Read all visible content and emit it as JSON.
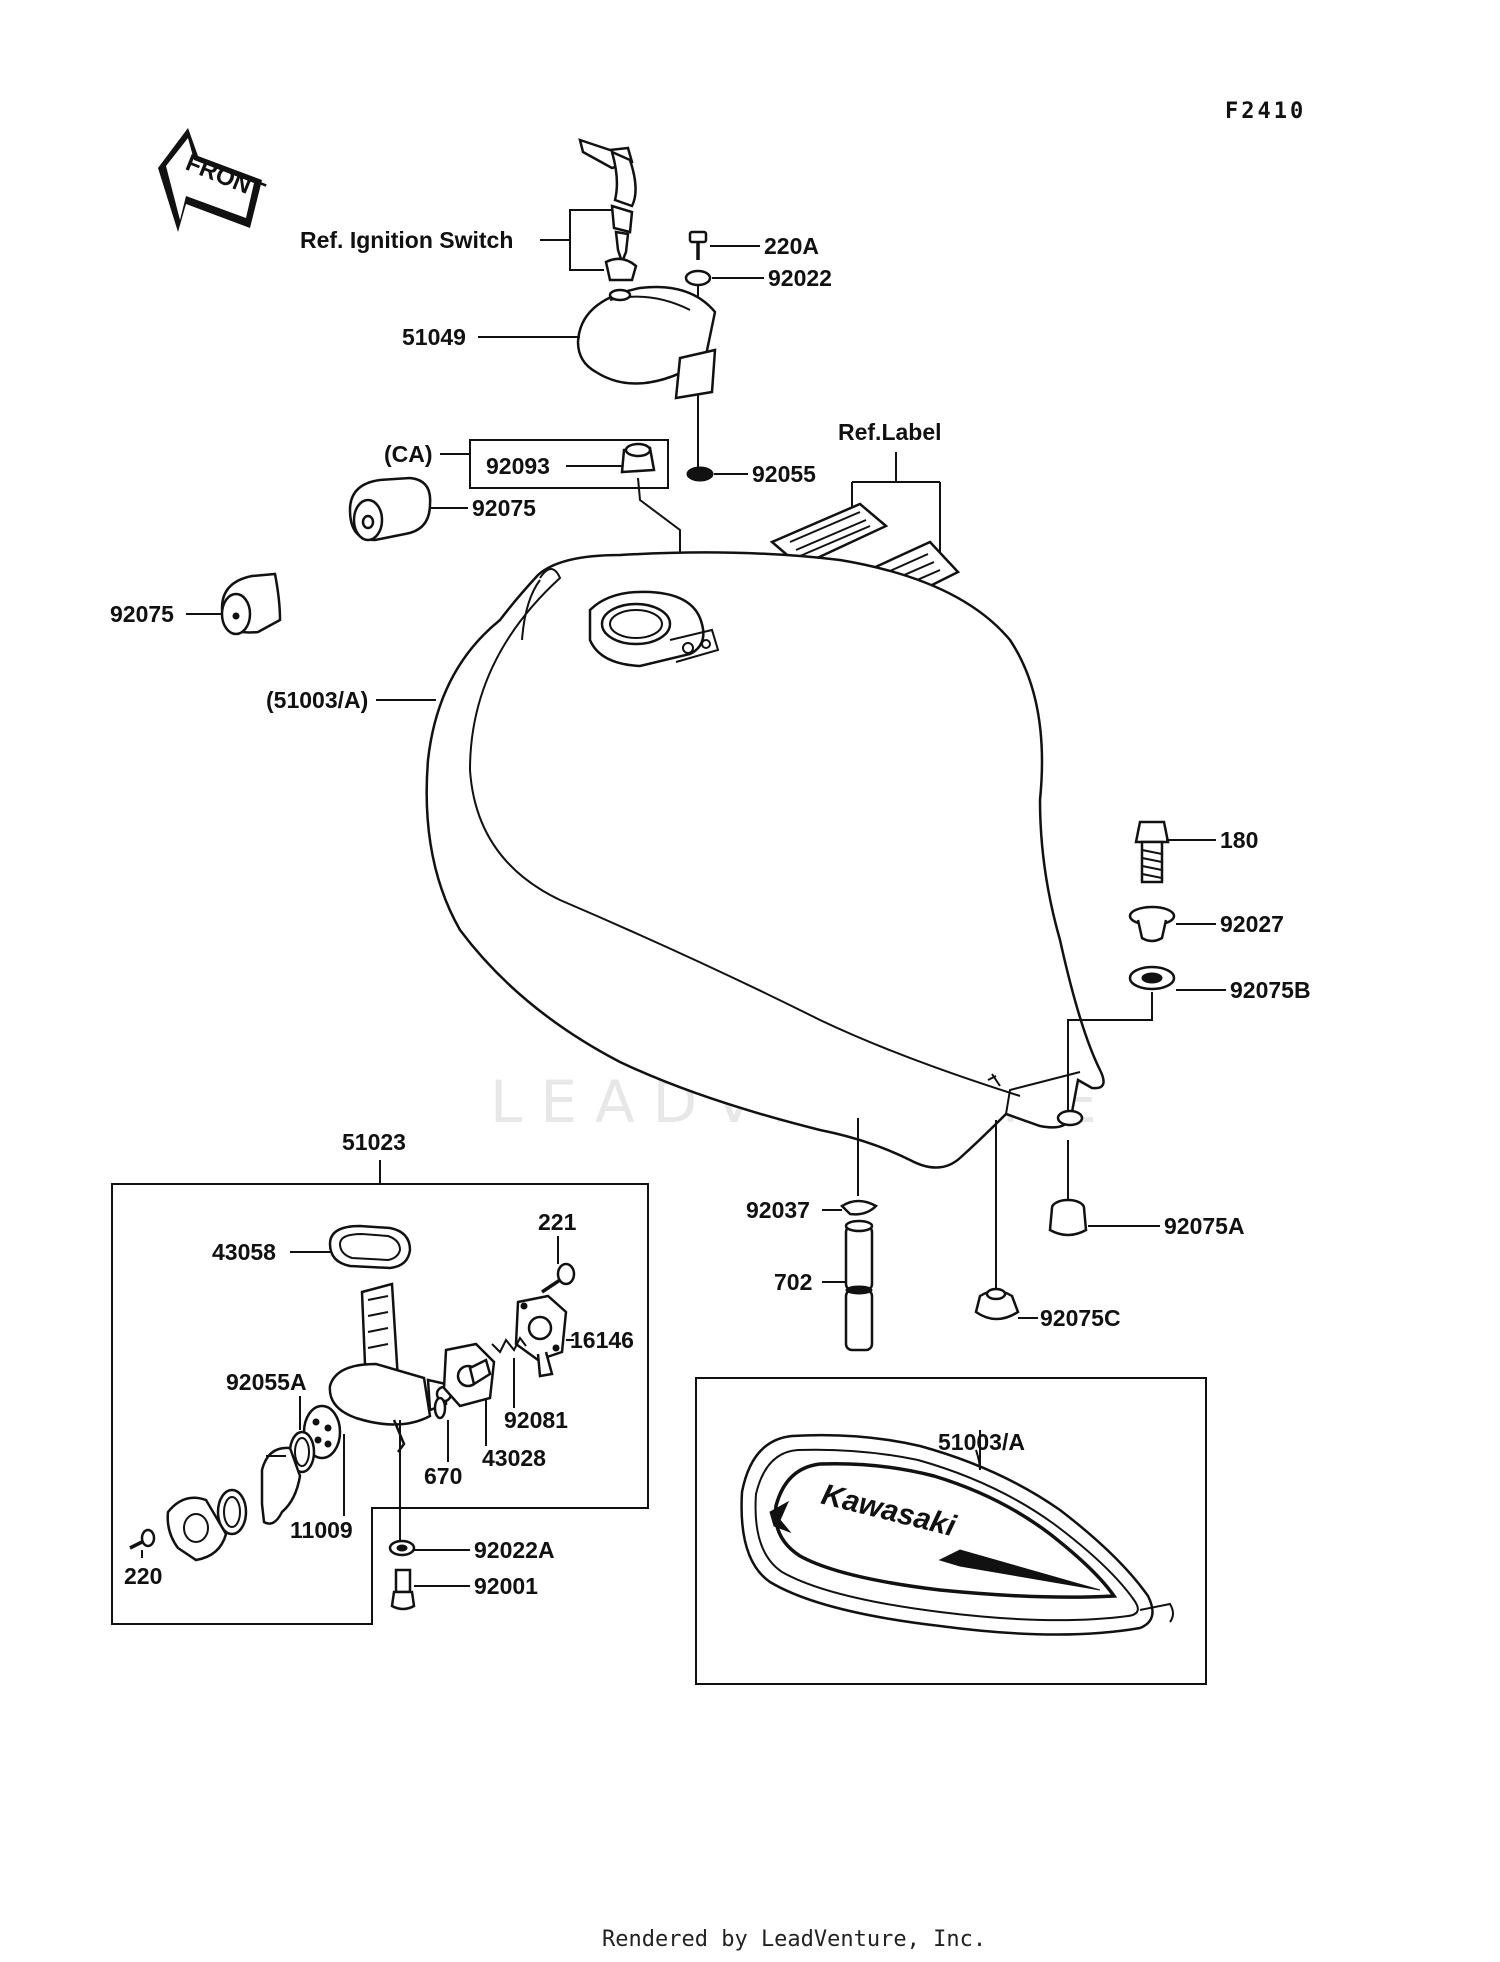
{
  "header": {
    "figure_code": "F2410",
    "front_arrow_text": "FRONT"
  },
  "labels": {
    "ref_ignition_switch": "Ref. Ignition Switch",
    "p220A": "220A",
    "p92022": "92022",
    "p51049": "51049",
    "ca": "(CA)",
    "p92093": "92093",
    "p92055": "92055",
    "ref_label": "Ref.Label",
    "p92075_a": "92075",
    "p92075_b": "92075",
    "p51003A_main": "(51003/A)",
    "p180": "180",
    "p92027": "92027",
    "p92075B": "92075B",
    "p51023": "51023",
    "p221": "221",
    "p43058": "43058",
    "p16146": "16146",
    "p92055A": "92055A",
    "p92081": "92081",
    "p43028": "43028",
    "p670": "670",
    "p11009": "11009",
    "p220": "220",
    "p92022A": "92022A",
    "p92001": "92001",
    "p92037": "92037",
    "p702": "702",
    "p92075A": "92075A",
    "p92075C": "92075C",
    "p51003A_inset": "51003/A"
  },
  "inset": {
    "brand_text": "Kawasaki"
  },
  "watermark": {
    "text": "LEADVENTURE"
  },
  "footer": {
    "rendered_by": "Rendered by LeadVenture, Inc."
  }
}
